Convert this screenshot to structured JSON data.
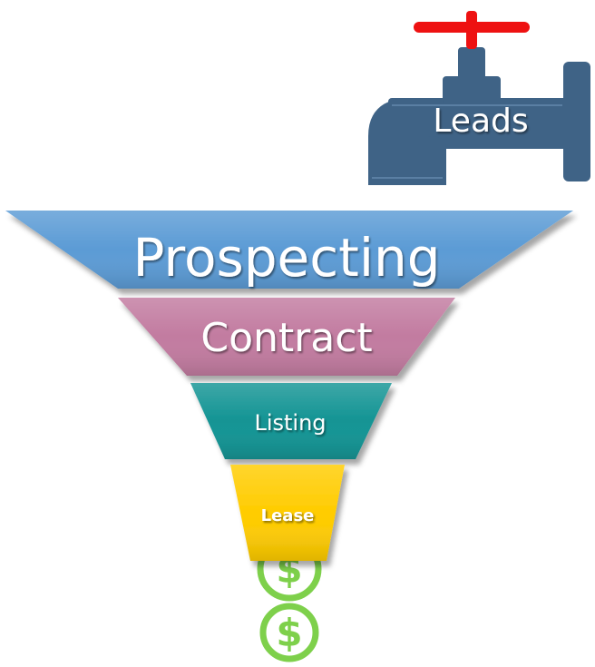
{
  "faucet": {
    "label": "Leads",
    "body_color": "#3f6386",
    "handle_color": "#ee1111"
  },
  "funnel": {
    "stages": [
      {
        "label": "Prospecting",
        "color": "#5b9bd5"
      },
      {
        "label": "Contract",
        "color": "#c27ba0"
      },
      {
        "label": "Listing",
        "color": "#139494"
      },
      {
        "label": "Lease",
        "color": "#ffcc00"
      }
    ]
  },
  "coins": {
    "symbol": "$",
    "color": "#7ed04b",
    "count": 2
  }
}
